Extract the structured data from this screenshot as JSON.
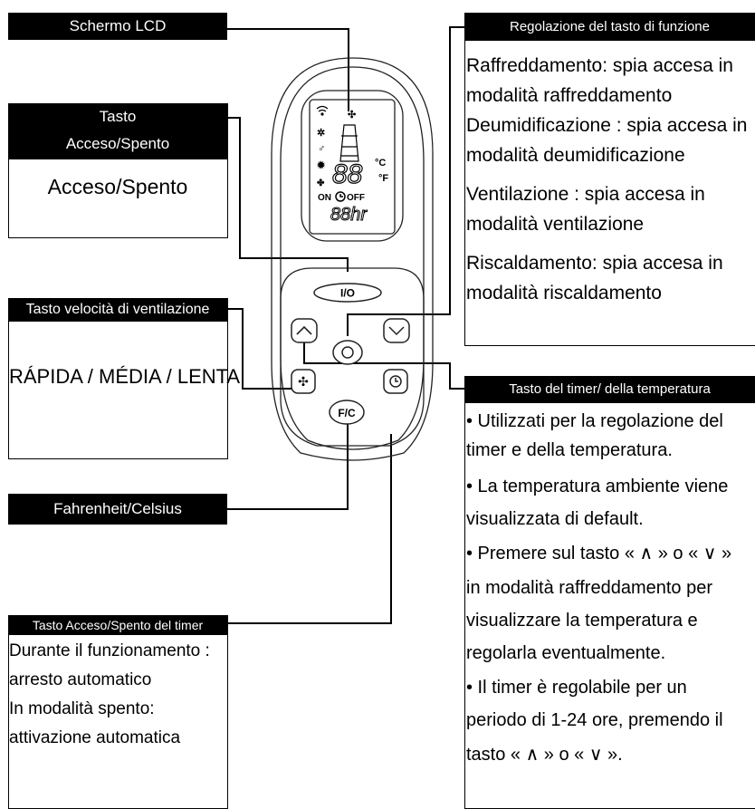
{
  "labels": {
    "lcd_screen": "Schermo  LCD",
    "power_key_header_line1": "Tasto",
    "power_key_header_line2": "Acceso/Spento",
    "power_key_body": "Acceso/Spento",
    "fan_speed_header": "Tasto velocità di ventilazione",
    "fan_speed_body": "RÁPIDA / MÉDIA / LENTA",
    "fahrenheit_celsius": "Fahrenheit/Celsius",
    "timer_onoff_header": "Tasto Acceso/Spento del timer",
    "timer_onoff_body": [
      "Durante il funzionamento :",
      "arresto automatico",
      "In modalità spento:",
      "attivazione automatica"
    ],
    "function_header": "Regolazione del tasto di funzione",
    "function_body": [
      "Raffreddamento: spia accesa in",
      "modalità raffreddamento",
      "Deumidificazione : spia accesa in",
      "modalità deumidificazione",
      "Ventilazione : spia accesa in",
      "modalità ventilazione",
      "Riscaldamento: spia accesa in",
      "modalità riscaldamento"
    ],
    "timer_temp_header": "Tasto del timer/ della temperatura",
    "timer_temp_body": [
      "• Utilizzati per la regolazione del",
      "timer e della temperatura.",
      "• La temperatura ambiente viene",
      "visualizzata di default.",
      "• Premere sul tasto « ∧ » o « ∨ »",
      "in modalità raffreddamento per",
      "visualizzare la temperatura e",
      "regolarla eventualmente.",
      "• Il timer è regolabile per un",
      "periodo di 1-24 ore, premendo il",
      "tasto « ∧ » o « ∨ »."
    ]
  },
  "remote": {
    "power_button": "I/O",
    "fc_button": "F/C",
    "lcd_digits": "88",
    "lcd_hours": "88hr",
    "lcd_celsius": "°C",
    "lcd_fahrenheit": "°F",
    "lcd_on": "ON",
    "lcd_off": "OFF",
    "icons": [
      "wifi-icon",
      "fan-icon",
      "cool-icon",
      "dry-icon",
      "heat-icon",
      "clock-icon",
      "up-arrow-icon",
      "down-arrow-icon",
      "mode-icon",
      "timer-icon"
    ]
  }
}
